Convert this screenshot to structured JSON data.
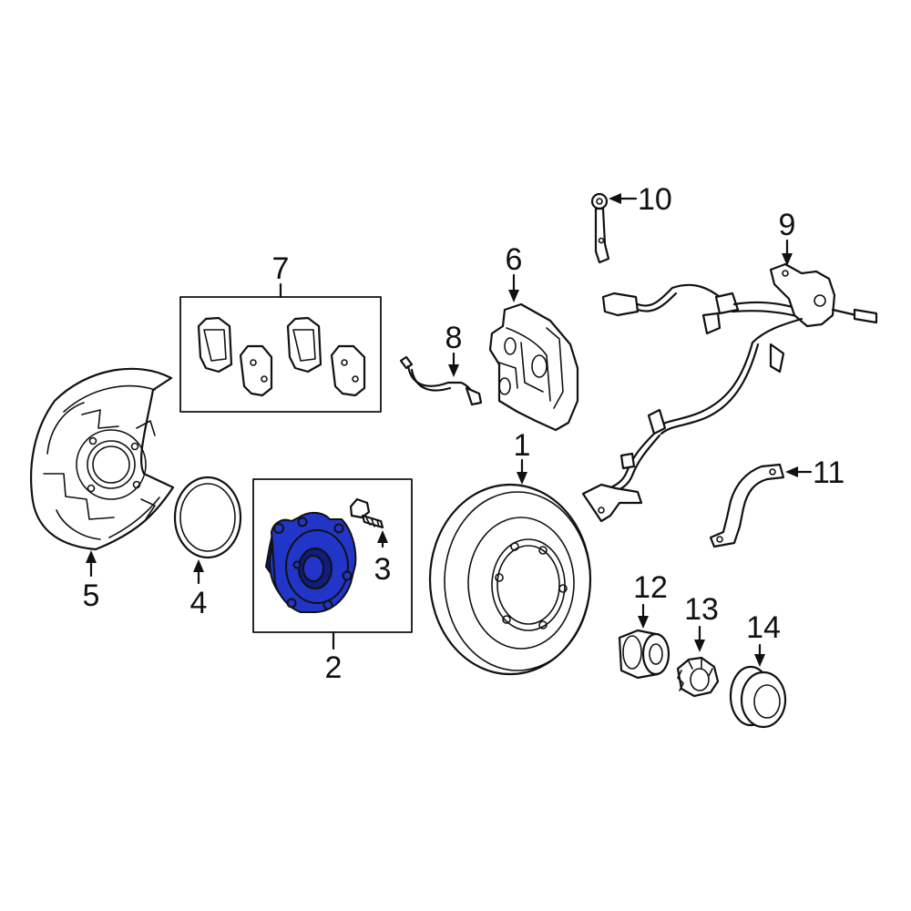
{
  "colors": {
    "highlight": "#2136c8",
    "highlight_dark": "#101d7a",
    "line": "#111111",
    "background": "#ffffff"
  },
  "callouts": {
    "c1": "1",
    "c2": "2",
    "c3": "3",
    "c4": "4",
    "c5": "5",
    "c6": "6",
    "c7": "7",
    "c8": "8",
    "c9": "9",
    "c10": "10",
    "c11": "11",
    "c12": "12",
    "c13": "13",
    "c14": "14"
  }
}
